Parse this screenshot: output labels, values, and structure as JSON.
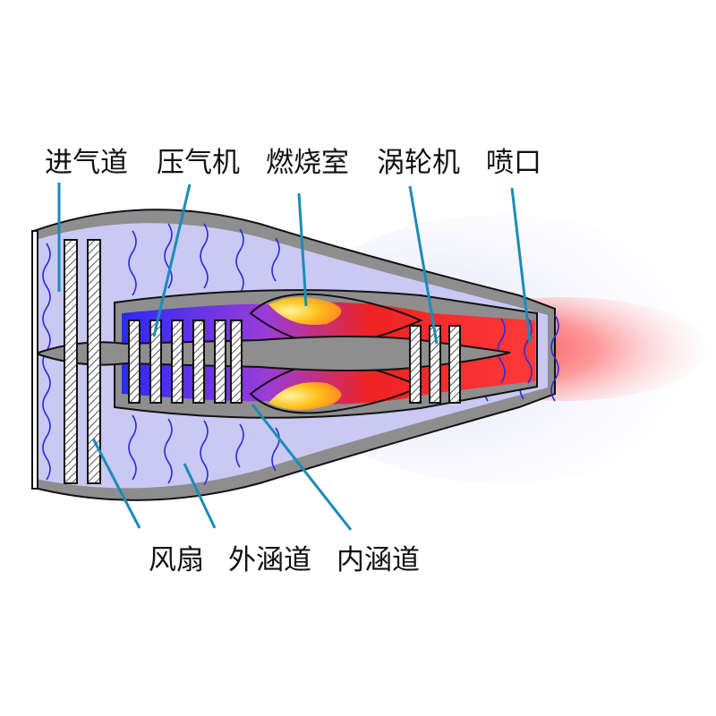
{
  "labels": {
    "inlet": "进气道",
    "compressor": "压气机",
    "combustor": "燃烧室",
    "turbine": "涡轮机",
    "nozzle": "喷口",
    "fan": "风扇",
    "outer_bypass": "外涵道",
    "inner_duct": "内涵道"
  },
  "colors": {
    "casing": "#8e8e8e",
    "outline": "#111111",
    "bypass_air": "#c9c9f4",
    "wave_lines": "#2c2cd8",
    "leader_lines": "#1a8cb8",
    "hot_gas": "#ee2222",
    "flame": "#ffd21e",
    "exhaust": "#ff5c5c"
  }
}
